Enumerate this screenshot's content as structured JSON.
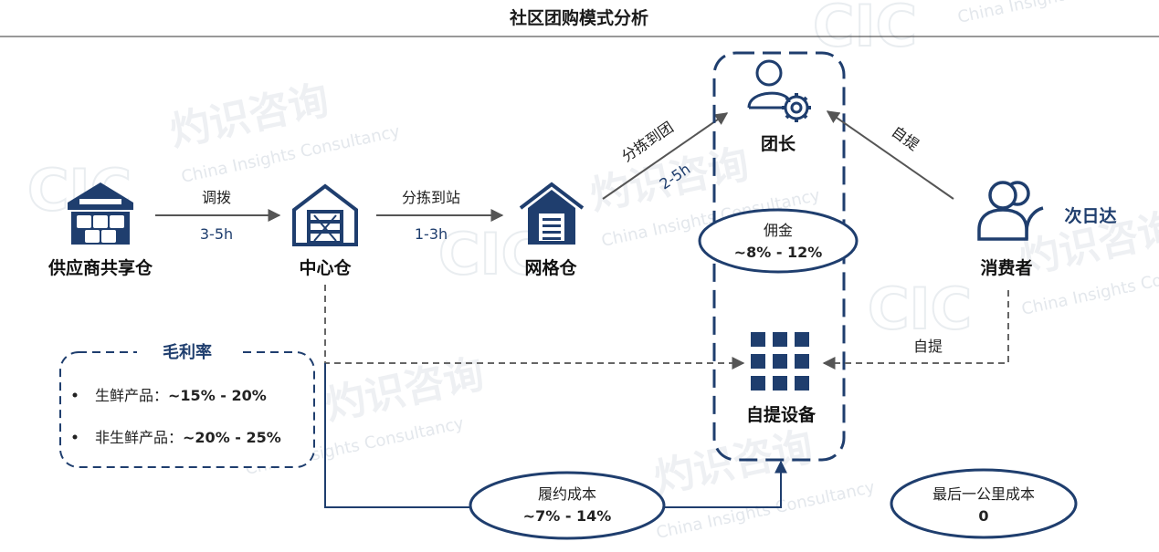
{
  "title": "社区团购模式分析",
  "nodes": {
    "supplier": "供应商共享仓",
    "center": "中心仓",
    "grid": "网格仓",
    "leader": "团长",
    "consumer": "消费者",
    "device": "自提设备"
  },
  "edges": {
    "transfer_label": "调拨",
    "transfer_time": "3-5h",
    "sort_station_label": "分拣到站",
    "sort_station_time": "1-3h",
    "sort_group_label": "分拣到团",
    "sort_group_time": "2-5h",
    "self_pickup_leader": "自提",
    "self_pickup_device": "自提"
  },
  "next_day": "次日达",
  "commission": {
    "label": "佣金",
    "value": "~8% - 12%"
  },
  "fulfillment": {
    "label": "履约成本",
    "value": "~7% - 14%"
  },
  "last_mile": {
    "label": "最后一公里成本",
    "value": "0"
  },
  "gross_margin": {
    "title": "毛利率",
    "items": [
      {
        "label": "生鲜产品：",
        "value": "~15% - 20%"
      },
      {
        "label": "非生鲜产品：",
        "value": "~20% - 25%"
      }
    ]
  },
  "watermark": {
    "cn": "灼识咨询",
    "en": "China Insights Consultancy",
    "logo": "CIC"
  },
  "colors": {
    "navy": "#1f3e6e",
    "gray": "#555555",
    "dash": "#666666"
  }
}
